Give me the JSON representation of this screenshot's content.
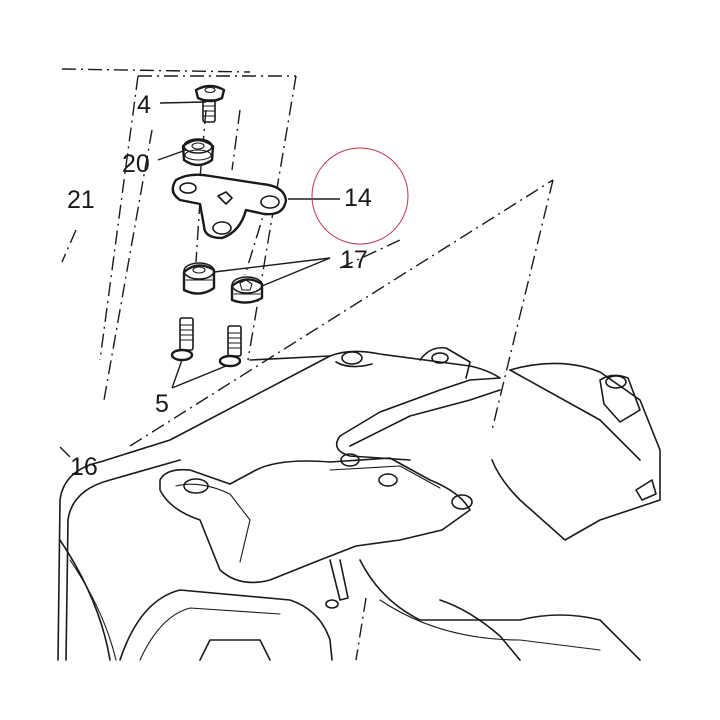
{
  "callouts": [
    {
      "id": "c4",
      "text": "4"
    },
    {
      "id": "c20",
      "text": "20"
    },
    {
      "id": "c21",
      "text": "21"
    },
    {
      "id": "c14",
      "text": "14"
    },
    {
      "id": "c17",
      "text": "17"
    },
    {
      "id": "c5",
      "text": "5"
    },
    {
      "id": "c16",
      "text": "16"
    }
  ],
  "highlight": {
    "target": "14",
    "color": "#c0344f"
  },
  "line_color": "#1a1a1a"
}
